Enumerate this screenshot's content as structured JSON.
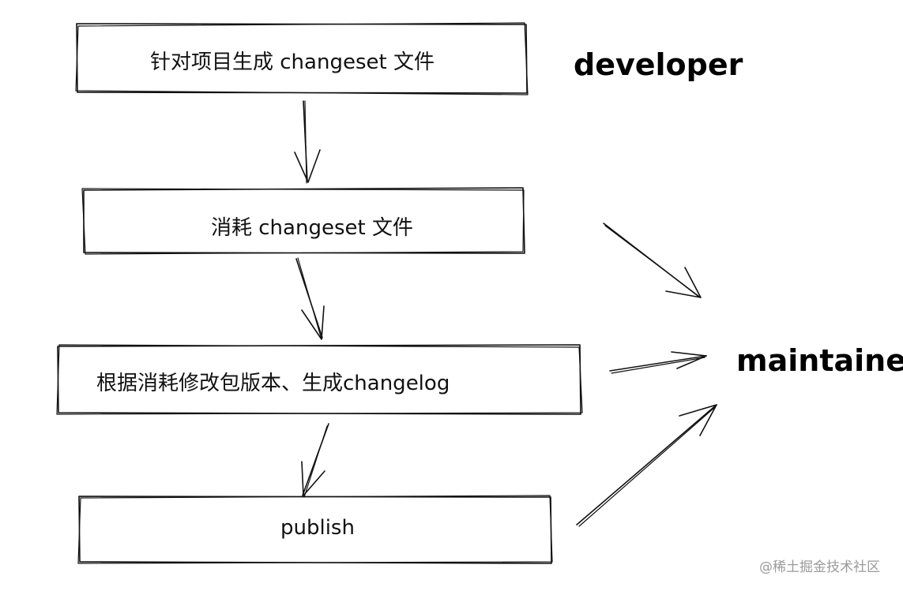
{
  "steps": [
    {
      "label": "针对项目生成 changeset 文件"
    },
    {
      "label": "消耗 changeset 文件"
    },
    {
      "label": "根据消耗修改包版本、生成changelog"
    },
    {
      "label": "publish"
    }
  ],
  "roles": {
    "developer": "developer",
    "maintainer": "maintainer"
  },
  "watermark": "@稀土掘金技术社区"
}
